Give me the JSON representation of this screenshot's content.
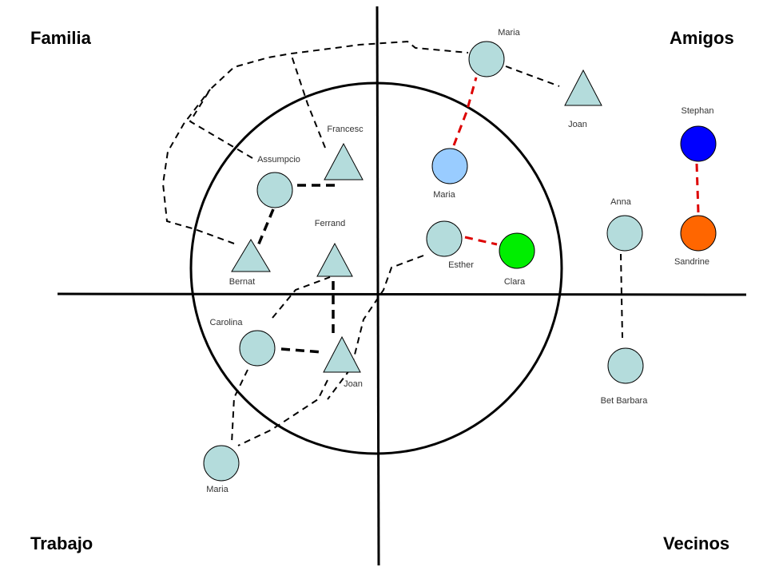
{
  "quadrants": {
    "top_left": "Familia",
    "top_right": "Amigos",
    "bottom_left": "Trabajo",
    "bottom_right": "Vecinos"
  },
  "colors": {
    "default_node": "#b4dcdc",
    "maria_center": "#99ccff",
    "clara": "#00ee00",
    "stephan": "#0000ff",
    "sandrine": "#ff6600",
    "tie_normal": "#000000",
    "tie_conflict": "#dd0000"
  },
  "nodes": [
    {
      "id": "assumpcio",
      "label": "Assumpcio",
      "shape": "circle",
      "color": "default_node"
    },
    {
      "id": "francesc",
      "label": "Francesc",
      "shape": "triangle",
      "color": "default_node"
    },
    {
      "id": "ferrand",
      "label": "Ferrand",
      "shape": "triangle",
      "color": "default_node"
    },
    {
      "id": "bernat",
      "label": "Bernat",
      "shape": "triangle",
      "color": "default_node"
    },
    {
      "id": "carolina",
      "label": "Carolina",
      "shape": "circle",
      "color": "default_node"
    },
    {
      "id": "joan_work",
      "label": "Joan",
      "shape": "triangle",
      "color": "default_node"
    },
    {
      "id": "maria_work",
      "label": "Maria",
      "shape": "circle",
      "color": "default_node"
    },
    {
      "id": "maria_friend",
      "label": "Maria",
      "shape": "circle",
      "color": "default_node"
    },
    {
      "id": "joan_friend",
      "label": "Joan",
      "shape": "triangle",
      "color": "default_node"
    },
    {
      "id": "maria_center",
      "label": "Maria",
      "shape": "circle",
      "color": "maria_center"
    },
    {
      "id": "esther",
      "label": "Esther",
      "shape": "circle",
      "color": "default_node"
    },
    {
      "id": "clara",
      "label": "Clara",
      "shape": "circle",
      "color": "clara"
    },
    {
      "id": "stephan",
      "label": "Stephan",
      "shape": "circle",
      "color": "stephan"
    },
    {
      "id": "sandrine",
      "label": "Sandrine",
      "shape": "circle",
      "color": "sandrine"
    },
    {
      "id": "anna",
      "label": "Anna",
      "shape": "circle",
      "color": "default_node"
    },
    {
      "id": "bet_barbara",
      "label": "Bet Barbara",
      "shape": "circle",
      "color": "default_node"
    }
  ],
  "ties": [
    {
      "from": "assumpcio",
      "to": "francesc",
      "type": "strong"
    },
    {
      "from": "assumpcio",
      "to": "bernat",
      "type": "strong"
    },
    {
      "from": "ferrand",
      "to": "joan_work",
      "type": "strong"
    },
    {
      "from": "carolina",
      "to": "joan_work",
      "type": "strong"
    },
    {
      "from": "maria_center",
      "to": "maria_friend",
      "type": "conflict"
    },
    {
      "from": "esther",
      "to": "clara",
      "type": "conflict"
    },
    {
      "from": "stephan",
      "to": "sandrine",
      "type": "conflict"
    },
    {
      "from": "maria_friend",
      "to": "joan_friend",
      "type": "weak"
    },
    {
      "from": "anna",
      "to": "bet_barbara",
      "type": "weak"
    },
    {
      "from": "carolina",
      "to": "ferrand",
      "type": "weak"
    },
    {
      "from": "carolina",
      "to": "maria_work",
      "type": "weak"
    },
    {
      "from": "joan_work",
      "to": "maria_work",
      "type": "weak"
    },
    {
      "from": "esther",
      "to": "maria_work",
      "type": "weak"
    },
    {
      "from": "assumpcio",
      "to": "maria_friend",
      "type": "weak"
    },
    {
      "from": "francesc",
      "to": "maria_friend",
      "type": "weak"
    },
    {
      "from": "bernat",
      "to": "maria_friend",
      "type": "weak"
    }
  ]
}
